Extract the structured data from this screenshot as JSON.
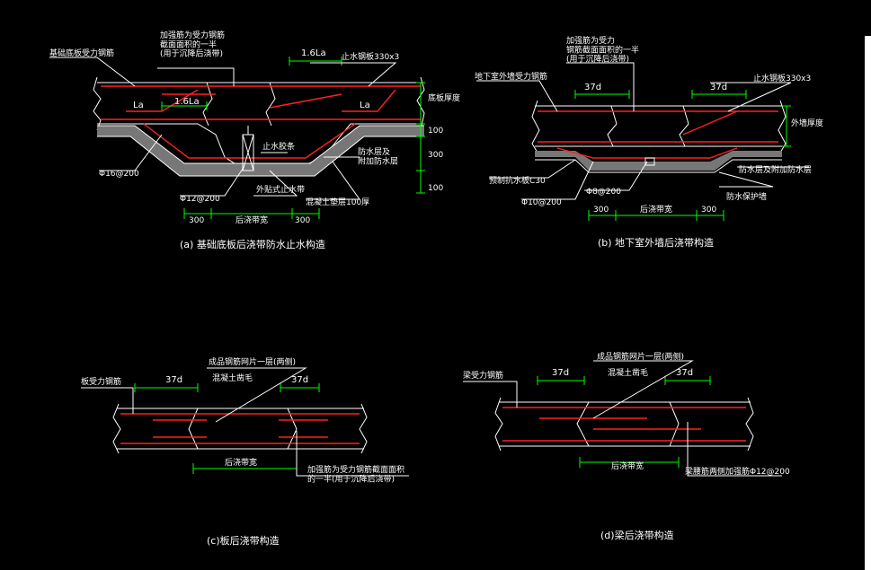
{
  "panels": {
    "a": {
      "caption": "(a)  基础底板后浇带防水止水构造",
      "labels": {
        "top_bar": "基础底板受力钢筋",
        "add_bar": "加强筋为受力钢筋\n截面面积的一半\n(用于沉降后浇带)",
        "len_right": "1.6La",
        "len_inner": "1.6La",
        "la_left": "La",
        "la_right": "La",
        "waterstop_plate": "止水钢板330x3",
        "waterstop_strip": "止水胶条",
        "waterproof": "防水层及\n附加防水层",
        "bar_phi16": "Φ16@200",
        "bar_phi12": "Φ12@200",
        "ext_waterstop": "外贴式止水带",
        "concrete_pad": "混凝土垫层100厚",
        "dim_left": "300",
        "dim_mid": "后浇带宽",
        "dim_right": "300",
        "side_thickness": "底板厚度",
        "side_100a": "100",
        "side_300": "300",
        "side_100b": "100"
      }
    },
    "b": {
      "caption": "(b)  地下室外墙后浇带构造",
      "labels": {
        "wall_bar": "地下室外墙受力钢筋",
        "add_bar": "加强筋为受力\n钢筋截面面积的一半\n(用于沉降后浇带)",
        "d37_left": "37d",
        "d37_right": "37d",
        "waterstop_plate": "止水钢板330x3",
        "wall_thickness": "外墙厚度",
        "precast": "预制抗水板C30",
        "waterproof": "防水层及附加防水层",
        "bar_phi10": "Φ10@200",
        "bar_phi8": "Φ8@200",
        "protect_wall": "防水保护墙",
        "dim_left": "300",
        "dim_mid": "后浇带宽",
        "dim_right": "300"
      }
    },
    "c": {
      "caption": "(c)板后浇带构造",
      "labels": {
        "slab_bar": "板受力钢筋",
        "mesh": "成品钢筋网片一层(两侧)",
        "roughen": "混凝土凿毛",
        "d37_left": "37d",
        "d37_right": "37d",
        "dim_mid": "后浇带宽",
        "add_bar": "加强筋为受力钢筋截面面积\n的一半(用于沉降后浇带)"
      }
    },
    "d": {
      "caption": "(d)梁后浇带构造",
      "labels": {
        "beam_bar": "梁受力钢筋",
        "mesh": "成品钢筋网片一层(两侧)",
        "roughen": "混凝土凿毛",
        "d37_left": "37d",
        "d37_right": "37d",
        "dim_mid": "后浇带宽",
        "web_bar": "梁腰筋两侧加强筋Φ12@200"
      }
    }
  }
}
